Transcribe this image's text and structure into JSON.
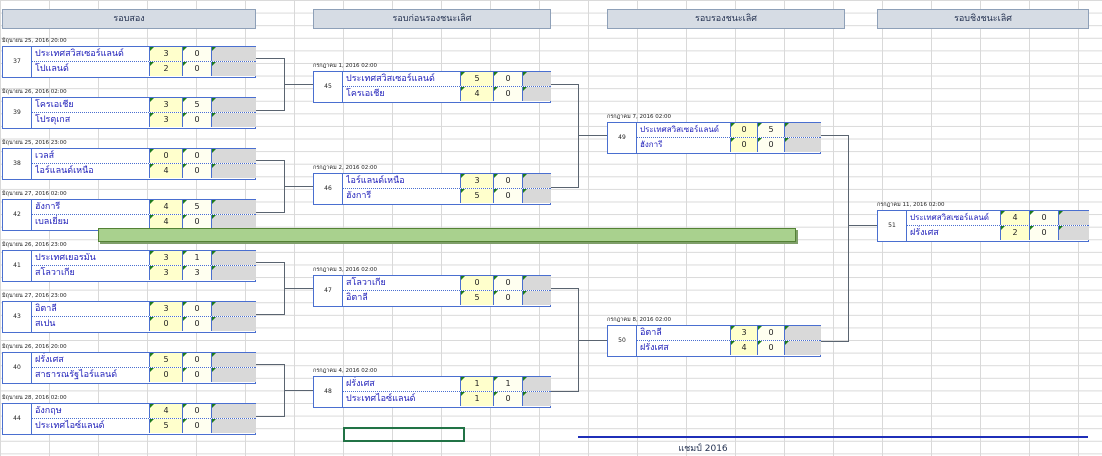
{
  "headers": {
    "round2": "รอบสอง",
    "quarter": "รอบก่อนรองชนะเลิศ",
    "semi": "รอบรองชนะเลิศ",
    "final": "รอบชิงชนะเลิศ"
  },
  "matches": {
    "m37": {
      "date": "มิถุนายน  25, 2016  20:00",
      "id": "37",
      "t1": {
        "name": "ประเทศสวิสเซอร์แลนด์",
        "s1": "3",
        "s2": "0",
        "s3": ""
      },
      "t2": {
        "name": "โปแลนด์",
        "s1": "2",
        "s2": "0",
        "s3": ""
      }
    },
    "m39": {
      "date": "มิถุนายน  26, 2016  02:00",
      "id": "39",
      "t1": {
        "name": "โครเอเชีย",
        "s1": "3",
        "s2": "5",
        "s3": ""
      },
      "t2": {
        "name": "โปรตุเกส",
        "s1": "3",
        "s2": "0",
        "s3": ""
      }
    },
    "m38": {
      "date": "มิถุนายน  25, 2016  23:00",
      "id": "38",
      "t1": {
        "name": "เวลส์",
        "s1": "0",
        "s2": "0",
        "s3": ""
      },
      "t2": {
        "name": "ไอร์แลนด์เหนือ",
        "s1": "4",
        "s2": "0",
        "s3": ""
      }
    },
    "m42": {
      "date": "มิถุนายน  27, 2016  02:00",
      "id": "42",
      "t1": {
        "name": "ฮังการี",
        "s1": "4",
        "s2": "5",
        "s3": ""
      },
      "t2": {
        "name": "เบลเยี่ยม",
        "s1": "4",
        "s2": "0",
        "s3": ""
      }
    },
    "m41": {
      "date": "มิถุนายน  26, 2016  23:00",
      "id": "41",
      "t1": {
        "name": "ประเทศเยอรมัน",
        "s1": "3",
        "s2": "1",
        "s3": ""
      },
      "t2": {
        "name": "สโลวาเกีย",
        "s1": "3",
        "s2": "3",
        "s3": ""
      }
    },
    "m43": {
      "date": "มิถุนายน  27, 2016  23:00",
      "id": "43",
      "t1": {
        "name": "อิตาลี",
        "s1": "3",
        "s2": "0",
        "s3": ""
      },
      "t2": {
        "name": "สเปน",
        "s1": "0",
        "s2": "0",
        "s3": ""
      }
    },
    "m40": {
      "date": "มิถุนายน  26, 2016  20:00",
      "id": "40",
      "t1": {
        "name": "ฝรั่งเศส",
        "s1": "5",
        "s2": "0",
        "s3": ""
      },
      "t2": {
        "name": "สาธารณรัฐไอร์แลนด์",
        "s1": "0",
        "s2": "0",
        "s3": ""
      }
    },
    "m44": {
      "date": "มิถุนายน  28, 2016  02:00",
      "id": "44",
      "t1": {
        "name": "อังกฤษ",
        "s1": "4",
        "s2": "0",
        "s3": ""
      },
      "t2": {
        "name": "ประเทศไอซ์แลนด์",
        "s1": "5",
        "s2": "0",
        "s3": ""
      }
    },
    "m45": {
      "date": "กรกฎาคม  1, 2016  02:00",
      "id": "45",
      "t1": {
        "name": "ประเทศสวิสเซอร์แลนด์",
        "s1": "5",
        "s2": "0",
        "s3": ""
      },
      "t2": {
        "name": "โครเอเชีย",
        "s1": "4",
        "s2": "0",
        "s3": ""
      }
    },
    "m46": {
      "date": "กรกฎาคม  2, 2016  02:00",
      "id": "46",
      "t1": {
        "name": "ไอร์แลนด์เหนือ",
        "s1": "3",
        "s2": "0",
        "s3": ""
      },
      "t2": {
        "name": "ฮังการี",
        "s1": "5",
        "s2": "0",
        "s3": ""
      }
    },
    "m47": {
      "date": "กรกฎาคม  3, 2016  02:00",
      "id": "47",
      "t1": {
        "name": "สโลวาเกีย",
        "s1": "0",
        "s2": "0",
        "s3": ""
      },
      "t2": {
        "name": "อิตาลี",
        "s1": "5",
        "s2": "0",
        "s3": ""
      }
    },
    "m48": {
      "date": "กรกฎาคม  4, 2016  02:00",
      "id": "48",
      "t1": {
        "name": "ฝรั่งเศส",
        "s1": "1",
        "s2": "1",
        "s3": ""
      },
      "t2": {
        "name": "ประเทศไอซ์แลนด์",
        "s1": "1",
        "s2": "0",
        "s3": ""
      }
    },
    "m49": {
      "date": "กรกฎาคม  7, 2016  02:00",
      "id": "49",
      "t1": {
        "name": "ประเทศสวิสเซอร์แลนด์",
        "s1": "0",
        "s2": "5",
        "s3": ""
      },
      "t2": {
        "name": "ฮังการี",
        "s1": "0",
        "s2": "0",
        "s3": ""
      }
    },
    "m50": {
      "date": "กรกฎาคม  8, 2016  02:00",
      "id": "50",
      "t1": {
        "name": "อิตาลี",
        "s1": "3",
        "s2": "0",
        "s3": ""
      },
      "t2": {
        "name": "ฝรั่งเศส",
        "s1": "4",
        "s2": "0",
        "s3": ""
      }
    },
    "m51": {
      "date": "กรกฎาคม  11, 2016  02:00",
      "id": "51",
      "t1": {
        "name": "ประเทศสวิสเซอร์แลนด์",
        "s1": "4",
        "s2": "0",
        "s3": ""
      },
      "t2": {
        "name": "ฝรั่งเศส",
        "s1": "2",
        "s2": "0",
        "s3": ""
      }
    }
  },
  "champion_label": "แชมป์ 2016",
  "colors": {
    "header_bg": "#d6dce4",
    "box_border": "#4a6fd0",
    "score_bg": "#ffffcc",
    "bar": "#a9d18e",
    "champ_line": "#1f2fb8"
  }
}
